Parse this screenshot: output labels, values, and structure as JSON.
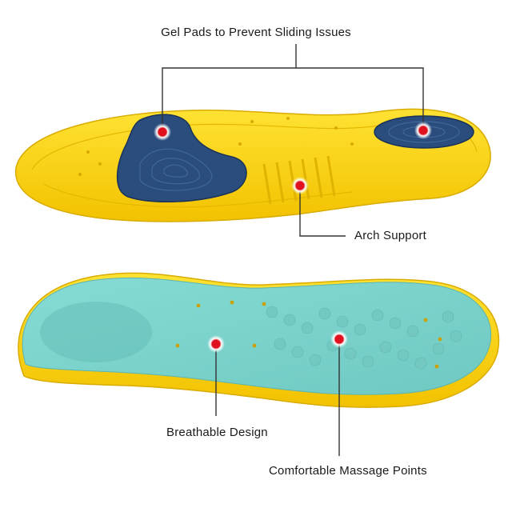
{
  "callouts": {
    "gel_pads": "Gel Pads to Prevent Sliding Issues",
    "arch_support": "Arch Support",
    "breathable_design": "Breathable Design",
    "massage_points": "Comfortable Massage Points"
  },
  "colors": {
    "insole_yellow": "#f7d10f",
    "gel_blue": "#2a4d7d",
    "top_fabric": "#7fd3cc",
    "marker_red": "#e0101e",
    "leader_line": "#333333"
  }
}
